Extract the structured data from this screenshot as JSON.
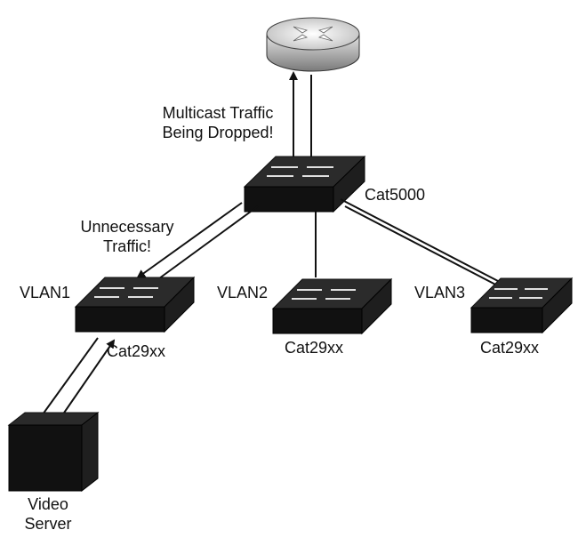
{
  "diagram": {
    "annotations": {
      "multicast_line1": "Multicast Traffic",
      "multicast_line2": "Being Dropped!",
      "unnecessary_line1": "Unnecessary",
      "unnecessary_line2": "Traffic!"
    },
    "core_switch": {
      "label": "Cat5000"
    },
    "access_switches": [
      {
        "vlan": "VLAN1",
        "label": "Cat29xx"
      },
      {
        "vlan": "VLAN2",
        "label": "Cat29xx"
      },
      {
        "vlan": "VLAN3",
        "label": "Cat29xx"
      }
    ],
    "server": {
      "label_line1": "Video",
      "label_line2": "Server"
    }
  },
  "colors": {
    "device_dark": "#1a1a1a",
    "device_mid": "#3a3a3a",
    "router_light": "#d9d9d9",
    "line": "#111111"
  }
}
